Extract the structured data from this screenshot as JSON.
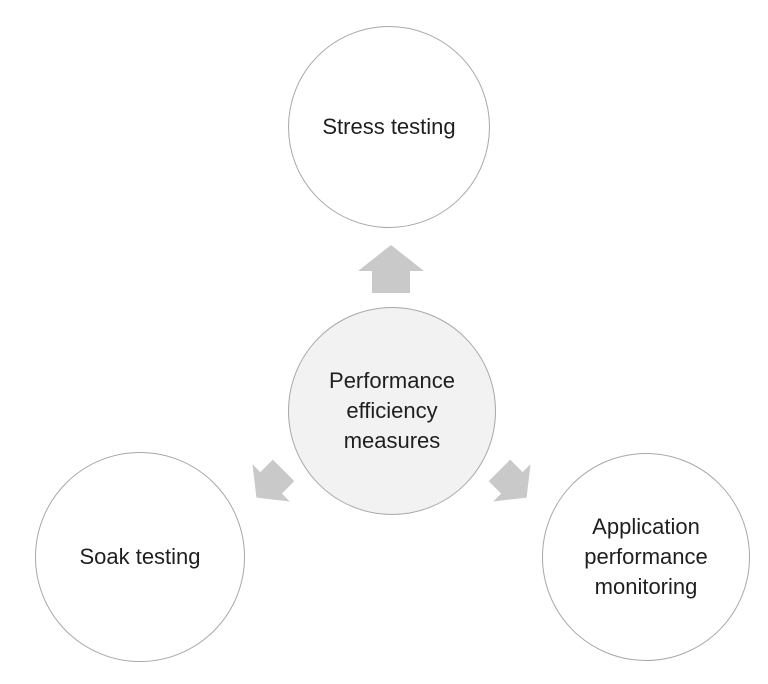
{
  "diagram": {
    "type": "radial-diverging",
    "center_node": {
      "label": "Performance efficiency measures",
      "lines": [
        "Performance",
        "efficiency",
        "measures"
      ]
    },
    "nodes": [
      {
        "id": "stress-testing",
        "position": "top",
        "label": "Stress testing",
        "lines": [
          "Stress testing"
        ]
      },
      {
        "id": "soak-testing",
        "position": "bottom-left",
        "label": "Soak testing",
        "lines": [
          "Soak testing"
        ]
      },
      {
        "id": "application-performance-monitoring",
        "position": "bottom-right",
        "label": "Application performance monitoring",
        "lines": [
          "Application",
          "performance",
          "monitoring"
        ]
      }
    ],
    "arrows": [
      {
        "id": "arrow-up",
        "direction": "up",
        "from": "center",
        "to": "stress-testing"
      },
      {
        "id": "arrow-down-left",
        "direction": "down-left",
        "from": "center",
        "to": "soak-testing"
      },
      {
        "id": "arrow-down-right",
        "direction": "down-right",
        "from": "center",
        "to": "application-performance-monitoring"
      }
    ],
    "colors": {
      "background": "#ffffff",
      "circle_border": "#a8a8a8",
      "center_fill": "#f2f2f2",
      "node_fill": "#ffffff",
      "arrow_fill": "#c9c9c9",
      "text": "#1f1f1f"
    }
  }
}
